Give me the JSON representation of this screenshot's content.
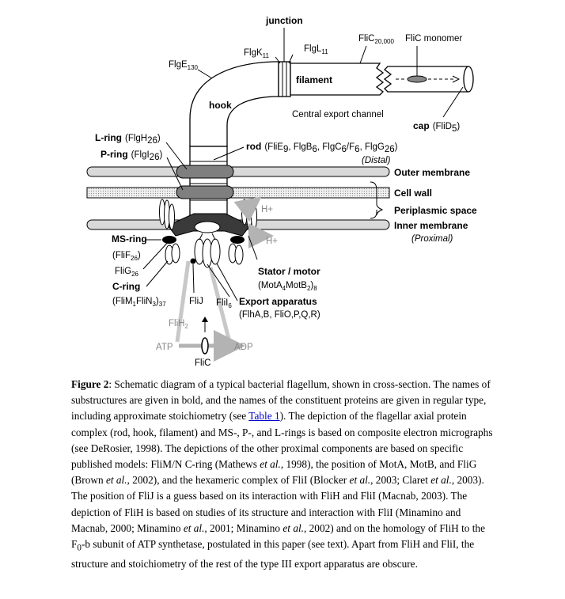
{
  "labels": {
    "junction": "junction",
    "flik": "FlgK",
    "flik_sub": "11",
    "flgl": "FlgL",
    "flgl_sub": "11",
    "flic": "FliC",
    "flic_sub": "20,000",
    "flic_monomer": "FliC monomer",
    "flge": "FlgE",
    "flge_sub": "130",
    "filament": "filament",
    "hook": "hook",
    "central_export": "Central export channel",
    "cap": "cap",
    "cap_protein": "(FliD",
    "cap_protein_sub": "5",
    "cap_protein_end": ")",
    "lring": "L-ring",
    "lring_protein": "(FlgH",
    "lring_sub": "26",
    "pring": "P-ring",
    "pring_protein": "(FlgI",
    "pring_sub": "26",
    "rod": "rod",
    "rod_p1": "(FliE",
    "rod_s1": "9",
    "rod_p2": ", FlgB",
    "rod_s2": "6",
    "rod_p3": ", FlgC",
    "rod_s3": "6",
    "rod_p4": "/F",
    "rod_s4": "6",
    "rod_p5": ", FlgG",
    "rod_s5": "26",
    "rod_p6": ")",
    "distal": "(Distal)",
    "outer_membrane": "Outer membrane",
    "cell_wall": "Cell wall",
    "periplasmic": "Periplasmic space",
    "inner_membrane": "Inner membrane",
    "proximal": "(Proximal)",
    "hplus": "H+",
    "msring": "MS-ring",
    "msring_protein": "(FliF",
    "msring_sub": "26",
    "flig": "FliG",
    "flig_sub": "26",
    "cring": "C-ring",
    "cring_protein": "(FliM",
    "cring_s1": "1",
    "cring_p2": "FliN",
    "cring_s2": "3",
    "cring_p3": ")",
    "cring_s3": "37",
    "stator": "Stator / motor",
    "stator_protein": "(MotA",
    "stator_s1": "4",
    "stator_p2": "MotB",
    "stator_s2": "2",
    "stator_p3": ")",
    "stator_s3": "8",
    "flij": "FliJ",
    "flii": "FliI",
    "flii_sub": "6",
    "export_apparatus": "Export apparatus",
    "export_proteins": "(FlhA,B, FliO,P,Q,R)",
    "flih": "FliH",
    "flih_sub": "2",
    "atp": "ATP",
    "adp": "ADP",
    "flic_bottom": "FliC"
  },
  "caption": {
    "title": "Figure 2",
    "s1": ": Schematic diagram of a typical bacterial flagellum, shown in cross-section. The names of substructures are given in bold, and the names of the constituent proteins are given in regular type, including approximate stoichiometry (see ",
    "link": "Table 1",
    "s2": ").  The depiction of the flagellar axial protein complex (rod, hook, filament) and MS-, P-, and L-rings is based on composite electron micrographs (see DeRosier, 1998).  The depictions of the other proximal components are based on specific published models: FliM/N C-ring (Mathews ",
    "etal1": "et al.",
    "s3": ", 1998), the position of MotA, MotB, and FliG (Brown ",
    "etal2": "et al.",
    "s4": ", 2002), and the hexameric complex of FliI (Blocker ",
    "etal3": "et al.",
    "s5": ", 2003; Claret ",
    "etal4": "et al.",
    "s6": ", 2003).  The position of FliJ is a guess based on its interaction with FliH and FliI (Macnab, 2003).  The depiction of FliH is based on studies of its structure and interaction with FliI (Minamino and Macnab, 2000; Minamino ",
    "etal5": "et al.",
    "s7": ", 2001; Minamino ",
    "etal6": "et al.",
    "s8": ", 2002) and on the homology of FliH to the F",
    "f0": "0",
    "s9": "-b subunit of ATP synthetase, postulated in this paper (see text).  Apart from FliH and FliI, the structure and stoichiometry of the rest of the type III export apparatus are obscure."
  },
  "colors": {
    "membrane_fill": "#d9d9d9",
    "wall_fill": "#e6e6e6",
    "ring_fill": "#7f7f7f",
    "dark": "#3a3a3a",
    "arrow_gray": "#b3b3b3"
  }
}
